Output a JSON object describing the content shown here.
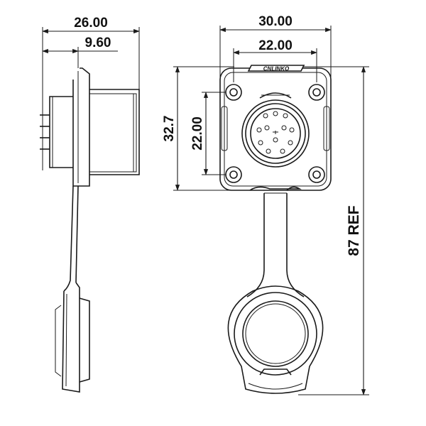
{
  "dimensions": {
    "side_overall_width": "26.00",
    "side_flange_width": "9.60",
    "front_width": "30.00",
    "front_hole_spacing_h": "22.00",
    "front_height": "32.7",
    "front_hole_spacing_v": "22.00",
    "overall_length": "87 REF"
  },
  "brand": {
    "logo_text": "CNLINKO"
  },
  "colors": {
    "line": "#1a1a1a",
    "background": "#ffffff"
  }
}
